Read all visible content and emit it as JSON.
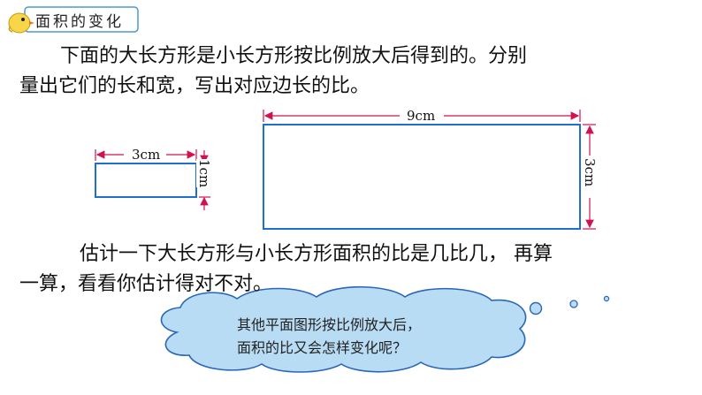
{
  "header": {
    "title": "面积的变化"
  },
  "paragraph1": {
    "line1": "下面的大长方形是小长方形按比例放大后得到的。分别",
    "line2": "量出它们的长和宽，写出对应边长的比。"
  },
  "small_rect": {
    "length_label": "3cm",
    "width_label": "1cm"
  },
  "large_rect": {
    "length_label": "9cm",
    "width_label": "3cm"
  },
  "paragraph2": {
    "line1": "估计一下大长方形与小长方形面积的比是几比几，  再算",
    "line2": "一算，看看你估计得对不对。"
  },
  "thought_bubble": {
    "line1": "其他平面图形按比例放大后，",
    "line2": "面积的比又会怎样变化呢？"
  },
  "colors": {
    "rect_stroke": "#1f6fd0",
    "arrow": "#d0134f",
    "bubble_fill": "#b9dcf5",
    "bubble_stroke": "#2a66b8"
  }
}
